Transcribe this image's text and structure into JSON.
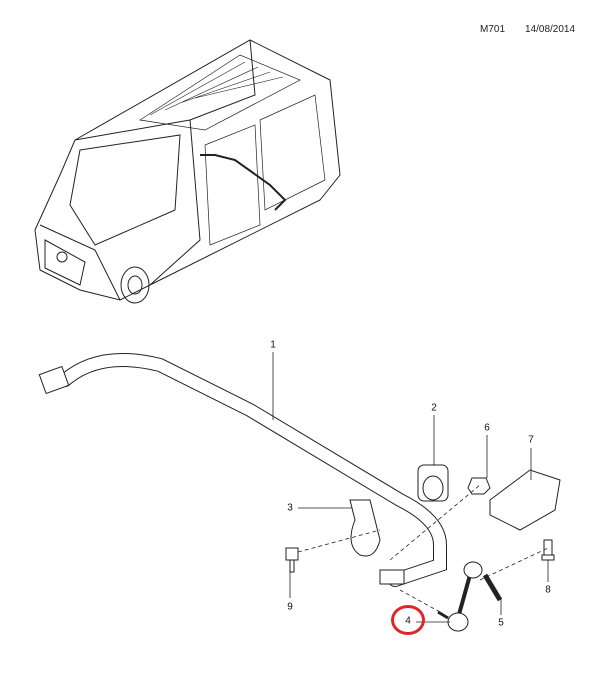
{
  "header": {
    "code": "M701",
    "date": "14/08/2014"
  },
  "callouts": [
    {
      "label": "1",
      "part": "stabilizer-bar"
    },
    {
      "label": "2",
      "part": "bushing"
    },
    {
      "label": "3",
      "part": "clamp"
    },
    {
      "label": "4",
      "part": "link",
      "highlighted": true
    },
    {
      "label": "5",
      "part": "bolt"
    },
    {
      "label": "6",
      "part": "nut"
    },
    {
      "label": "7",
      "part": "bracket"
    },
    {
      "label": "8",
      "part": "bolt"
    },
    {
      "label": "9",
      "part": "bolt"
    }
  ],
  "colors": {
    "highlight": "#e0262b",
    "line": "#222222"
  }
}
